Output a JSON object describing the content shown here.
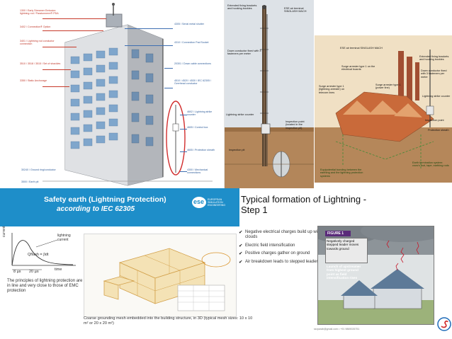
{
  "colors": {
    "accent_blue": "#1e8ec9",
    "callout_red": "#c0392b",
    "callout_blue": "#2f5d9a",
    "panel_beige": "#ecd8b4"
  },
  "building_callouts": {
    "left_red": [
      "1300 / Early Streamer Emission lightning rod / Paratonnerre® PDA",
      "3402 / Connection® Option",
      "3401 / Lightning rod conductor connection",
      "3510 / 3518 / 3515 / Set of shackles",
      "3350 / Static Anchorage"
    ],
    "right_blue": [
      "4305 / Serial metal shutter",
      "4310 / Connection Pad Socket",
      "20301 / Down cable connections",
      "4510 / 4520 / 4530 / IEC 62305 / Overhead conductor",
      "4602 / Lightning strike counter",
      "4605 / Control box",
      "4605 / Protection sheath",
      "4300 / Mechanical connections"
    ],
    "bottom_left": [
      "30240 / Ground ring/conductor",
      "3500 / Earth pit"
    ]
  },
  "mast_labels": {
    "top_left": "Extended fixing brackets and hooking buckles",
    "top_right": "ESE air terminal SINGLASH MACH",
    "middle_left": "Down conductor fixed with 3 fasteners per meter",
    "counter": "Lightning strike counter",
    "inspection_point": "Inspection point (located in the inspection pit)",
    "inspection_pit": "Inspection pit"
  },
  "factory_labels": {
    "top_a": "ESE air terminal SINGLASH MACH",
    "top_b": "Extended fixing brackets and hooking buckles",
    "mid_a": "Surge arrester type 1 on the electrical boards",
    "mid_b": "Surge arrester type 1 (lightning arrester) on telecom lines",
    "mid_c": "Surge arrester type 1 (power line)",
    "mid_d": "Down conductor fixed with 3 fasteners per meter",
    "right_a": "Lightning strike counter",
    "right_b": "Inspection point",
    "right_c": "Protection sheath",
    "bottom_a": "Equipotential bonding between the earthing and the lightning protection systems",
    "bottom_b": "Earth termination system: crow's foot, tape, earthing rods"
  },
  "header": {
    "line1": "Safety earth (Lightning Protection)",
    "line2": "according to IEC 62305",
    "logo_text": "ese",
    "logo_sub": "EUROPEAN SIMULATION ENGINEERING"
  },
  "step_title": "Typical formation of Lightning - Step 1",
  "curve": {
    "y_axis": "current",
    "peak_label": "lightning current",
    "charge_label": "Qflash = ∫idt",
    "t1": "8 µs",
    "t2": "20 µs",
    "x_axis": "time",
    "description": "The principles of lightning protection are in line and very close to those of EMC protection"
  },
  "grounding": {
    "caption": "Coarse grounding mesh embedded into the building structure, in 3D (typical mesh sizes: 10 x 10 m² or 20 x 20 m²)"
  },
  "bullets": [
    "Negative electrical charges build up within clouds",
    "Electric field intensification",
    "Positive charges gather on ground",
    "Air breakdown leads to stepped leader"
  ],
  "illustration": {
    "figure_label": "FIGURE 1",
    "text_top": "Negatively charged stepped leader moves towards ground",
    "text_mid": "Launch of upstreamer from highest ground point as field intensification rises"
  },
  "footer": {
    "email": "ssrparab@gmail.com • +91 9869026751",
    "brand_logo": "S"
  }
}
